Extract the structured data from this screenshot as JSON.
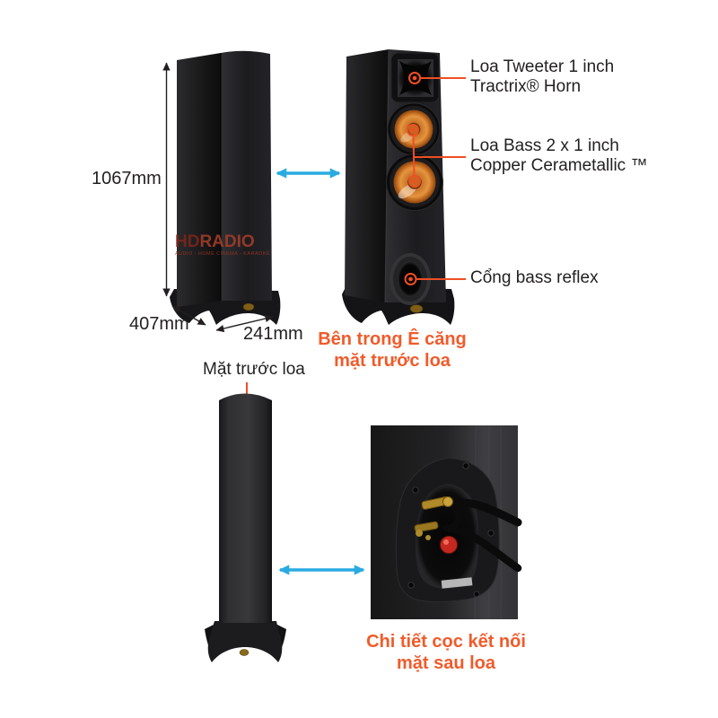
{
  "colors": {
    "background": "#ffffff",
    "text": "#231f20",
    "caption_orange": "#f15b2a",
    "callout_orange": "#f04e23",
    "arrow_blue": "#29abe2",
    "cone_copper": "#d27a2c"
  },
  "dims": {
    "height": "1067mm",
    "depth": "407mm",
    "width": "241mm"
  },
  "callouts": {
    "tweeter1": "Loa Tweeter 1 inch",
    "tweeter2": "Tractrix® Horn",
    "bass1": "Loa Bass 2 x 1 inch",
    "bass2": "Copper Cerametallic ™",
    "port": "Cổng bass reflex"
  },
  "captions": {
    "inside1": "Bên trong Ê căng",
    "inside2": "mặt trước loa",
    "front": "Mặt trước loa",
    "rear1": "Chi tiết cọc kết nối",
    "rear2": "mặt sau loa"
  },
  "watermark": {
    "hd": "HD",
    "radio": "RADIO",
    "tagline": "AUDIO - HOME CINEMA - KARAOKE"
  }
}
